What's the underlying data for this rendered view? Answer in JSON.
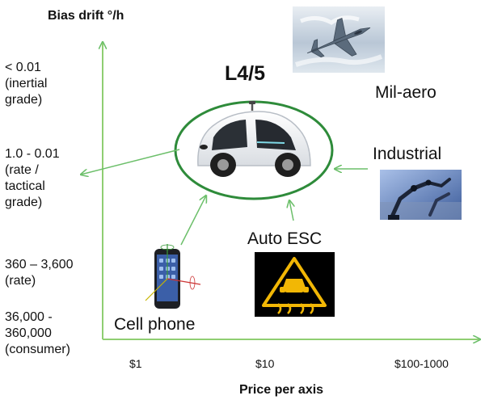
{
  "y_axis": {
    "title": "Bias drift °/h",
    "levels": [
      "< 0.01\n(inertial\ngrade)",
      "1.0 - 0.01\n(rate /\ntactical\ngrade)",
      "360 – 3,600\n(rate)",
      "36,000 -\n360,000\n(consumer)"
    ]
  },
  "x_axis": {
    "title": "Price per axis",
    "ticks": [
      "$1",
      "$10",
      "$100-1000"
    ]
  },
  "categories": {
    "l45": "L4/5",
    "mil_aero": "Mil-aero",
    "industrial": "Industrial",
    "auto_esc": "Auto ESC",
    "cell_phone": "Cell phone"
  },
  "colors": {
    "axis": "#8fce72",
    "ellipse": "#2e8b3a",
    "arrow": "#6cbf6a",
    "esc_bg": "#000000",
    "esc_symbol": "#f2b705"
  },
  "icons": {
    "jet": "fighter-jet-image",
    "car": "self-driving-car-image",
    "robot": "industrial-robot-arm-image",
    "esc": "stability-control-warning-icon",
    "phone": "smartphone-gyro-image"
  }
}
